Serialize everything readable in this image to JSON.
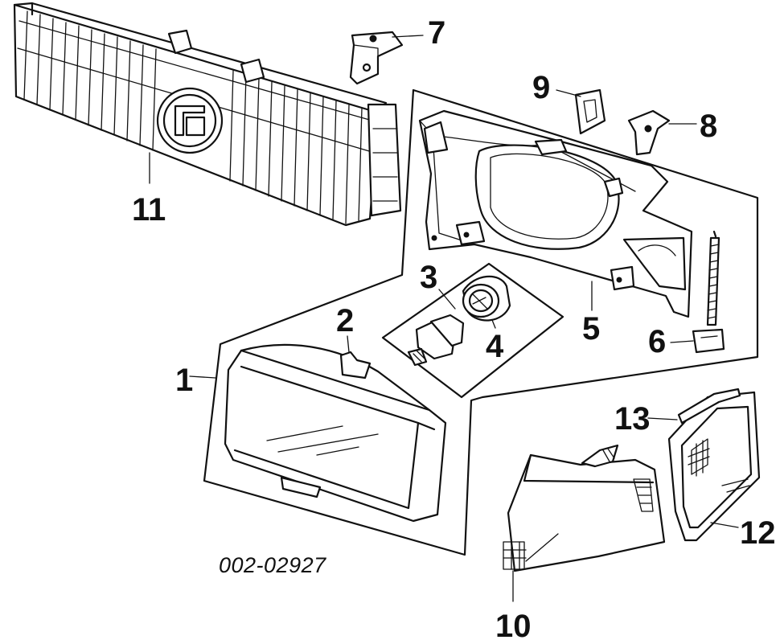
{
  "diagram_code": "002-02927",
  "callouts": {
    "c1": "1",
    "c2": "2",
    "c3": "3",
    "c4": "4",
    "c5": "5",
    "c6": "6",
    "c7": "7",
    "c8": "8",
    "c9": "9",
    "c10": "10",
    "c11": "11",
    "c12": "12",
    "c13": "13"
  }
}
